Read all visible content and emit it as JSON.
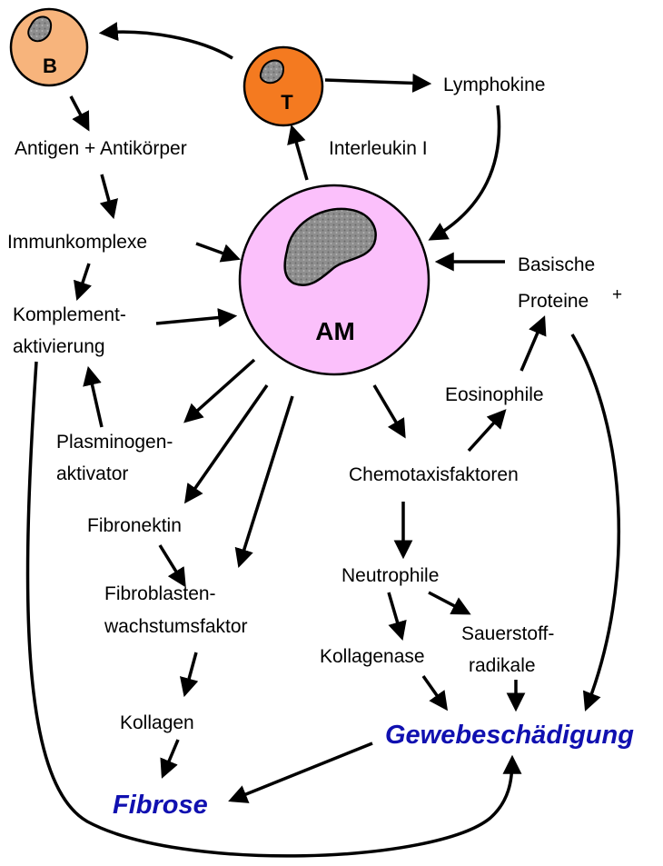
{
  "cells": {
    "b_cell": {
      "letter": "B"
    },
    "t_cell": {
      "letter": "T"
    },
    "macrophage": {
      "letter": "AM"
    }
  },
  "labels": {
    "lymphokine": "Lymphokine",
    "antigen_antikoerper": "Antigen + Antikörper",
    "interleukin": "Interleukin I",
    "immunkomplexe": "Immunkomplexe",
    "basische_line1": "Basische",
    "basische_line2": "Proteine",
    "plus_sign": "+",
    "komplement_line1": "Komplement-",
    "komplement_line2": "aktivierung",
    "eosinophile": "Eosinophile",
    "plasminogen_line1": "Plasminogen-",
    "plasminogen_line2": "aktivator",
    "chemotaxis": "Chemotaxisfaktoren",
    "fibronektin": "Fibronektin",
    "neutrophile": "Neutrophile",
    "fibroblasten_line1": "Fibroblasten-",
    "fibroblasten_line2": "wachstumsfaktor",
    "sauerstoff_line1": "Sauerstoff-",
    "sauerstoff_line2": "radikale",
    "kollagenase": "Kollagenase",
    "kollagen": "Kollagen"
  },
  "outcomes": {
    "gewebeschaedigung": "Gewebeschädigung",
    "fibrose": "Fibrose"
  },
  "colors": {
    "b_cell_fill": "#F7B47C",
    "t_cell_fill": "#F47A20",
    "macrophage_fill": "#FBC0FB",
    "nucleus_fill": "#8E8E8E",
    "outcome_text": "#1010B0"
  }
}
